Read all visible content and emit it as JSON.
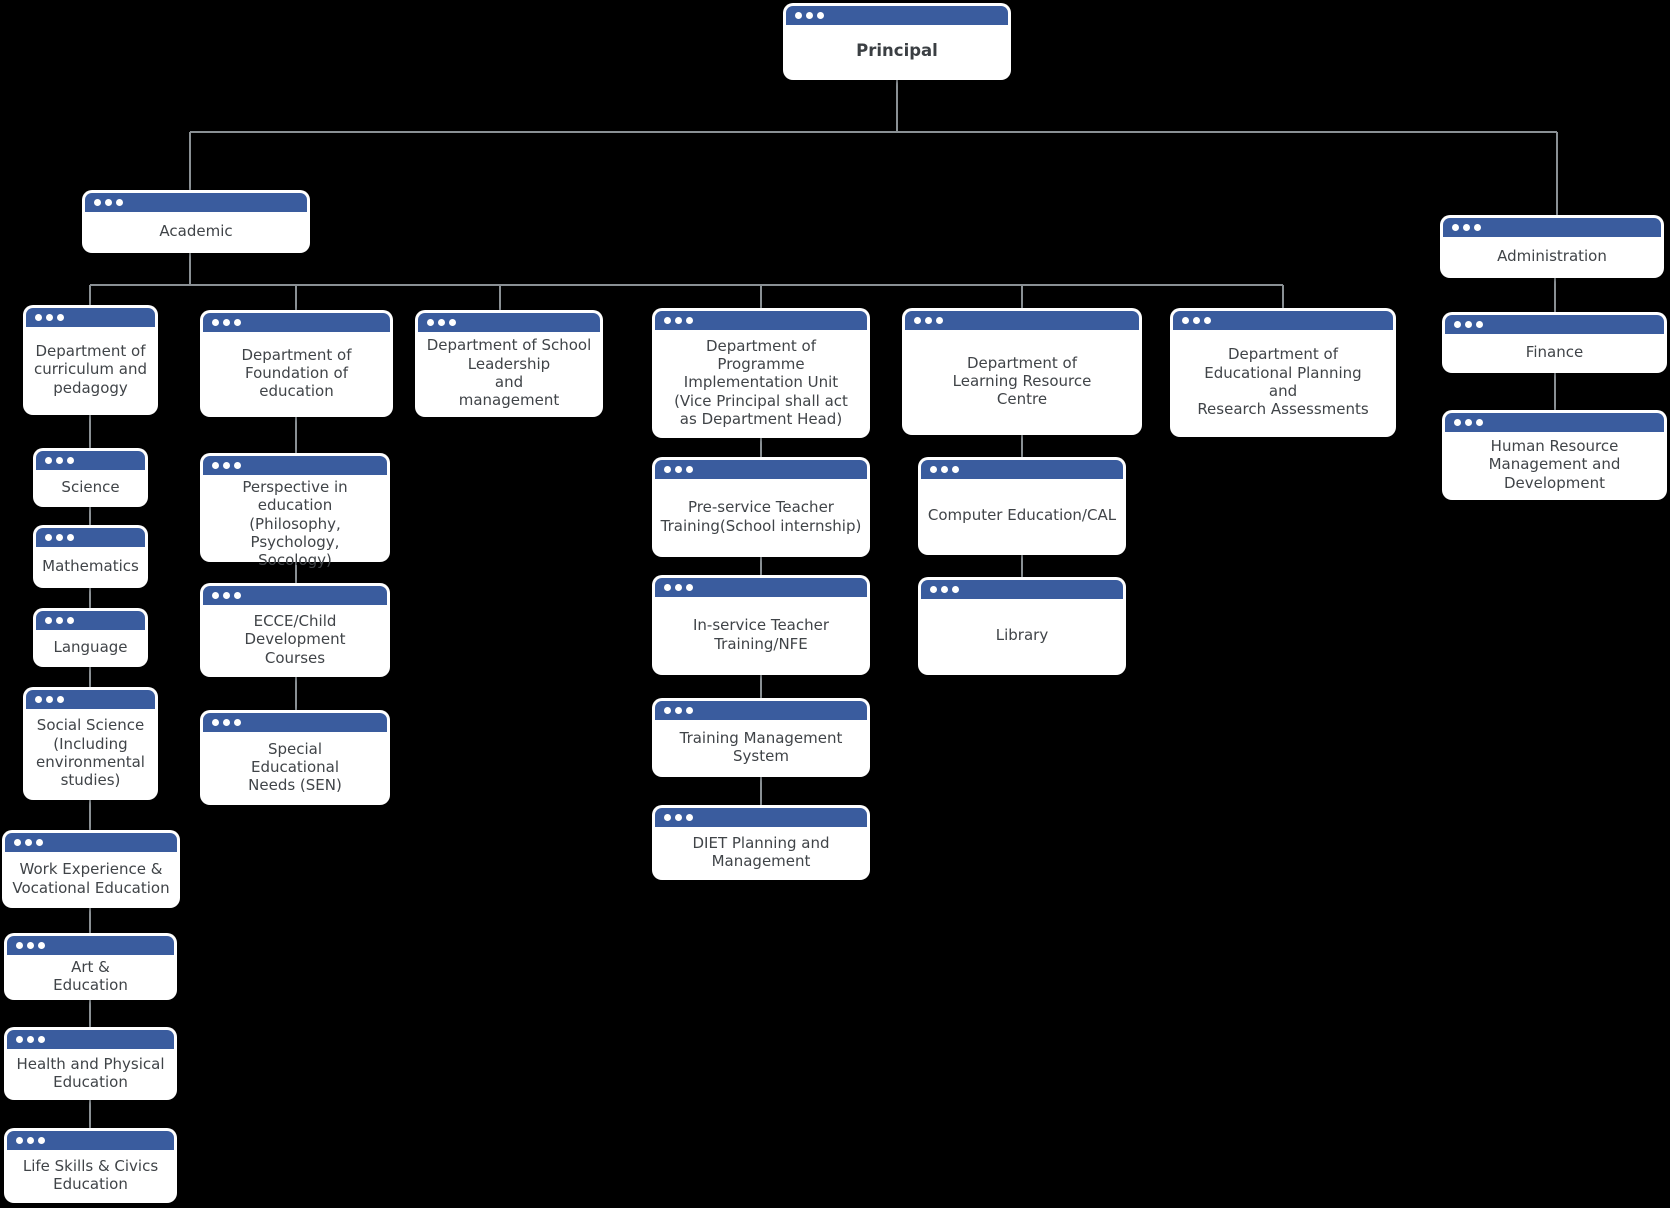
{
  "colors": {
    "titlebar_blue": "#3A5C9E",
    "connector_gray": "#8A9094",
    "box_background": "#FFFFFF",
    "text_dark_gray": "#404448",
    "page_background": "#000000"
  },
  "nodes": {
    "principal": {
      "label": "Principal"
    },
    "academic": {
      "label": "Academic"
    },
    "administration": {
      "label": "Administration"
    },
    "curriculum": {
      "label": "Department of\ncurriculum and\npedagogy"
    },
    "foundation": {
      "label": "Department of\nFoundation of\neducation"
    },
    "leadership": {
      "label": "Department of School\nLeadership\nand\nmanagement"
    },
    "programme": {
      "label": "Department of\nProgramme\nImplementation Unit\n(Vice Principal shall act\nas Department Head)"
    },
    "learning": {
      "label": "Department of\nLearning Resource\nCentre"
    },
    "planning": {
      "label": "Department of\nEducational Planning\nand\nResearch Assessments"
    },
    "finance": {
      "label": "Finance"
    },
    "hr": {
      "label": "Human Resource\nManagement and\nDevelopment"
    },
    "science": {
      "label": "Science"
    },
    "mathematics": {
      "label": "Mathematics"
    },
    "language": {
      "label": "Language"
    },
    "social_science": {
      "label": "Social Science\n(Including\nenvironmental\nstudies)"
    },
    "work_experience": {
      "label": "Work Experience &\nVocational Education"
    },
    "art_education": {
      "label": "Art &\nEducation"
    },
    "health_physical": {
      "label": "Health and Physical\nEducation"
    },
    "life_skills": {
      "label": "Life Skills & Civics\nEducation"
    },
    "perspective": {
      "label": "Perspective in\neducation\n(Philosophy, Psychology,\nSocology)"
    },
    "ecce": {
      "label": "ECCE/Child\nDevelopment\nCourses"
    },
    "sen": {
      "label": "Special\nEducational\nNeeds (SEN)"
    },
    "pre_service": {
      "label": "Pre-service Teacher\nTraining(School internship)"
    },
    "in_service": {
      "label": "In-service Teacher\nTraining/NFE"
    },
    "tms": {
      "label": "Training Management\nSystem"
    },
    "diet_planning": {
      "label": "DIET Planning and\nManagement"
    },
    "computer_education": {
      "label": "Computer Education/CAL"
    },
    "library": {
      "label": "Library"
    }
  },
  "hierarchy": {
    "principal": [
      "academic",
      "administration"
    ],
    "academic": [
      "curriculum",
      "foundation",
      "leadership",
      "programme",
      "learning",
      "planning"
    ],
    "curriculum": [
      "science",
      "mathematics",
      "language",
      "social_science",
      "work_experience",
      "art_education",
      "health_physical",
      "life_skills"
    ],
    "foundation": [
      "perspective",
      "ecce",
      "sen"
    ],
    "programme": [
      "pre_service",
      "in_service",
      "tms",
      "diet_planning"
    ],
    "learning": [
      "computer_education",
      "library"
    ],
    "administration": [
      "finance"
    ],
    "finance": [
      "hr"
    ]
  }
}
